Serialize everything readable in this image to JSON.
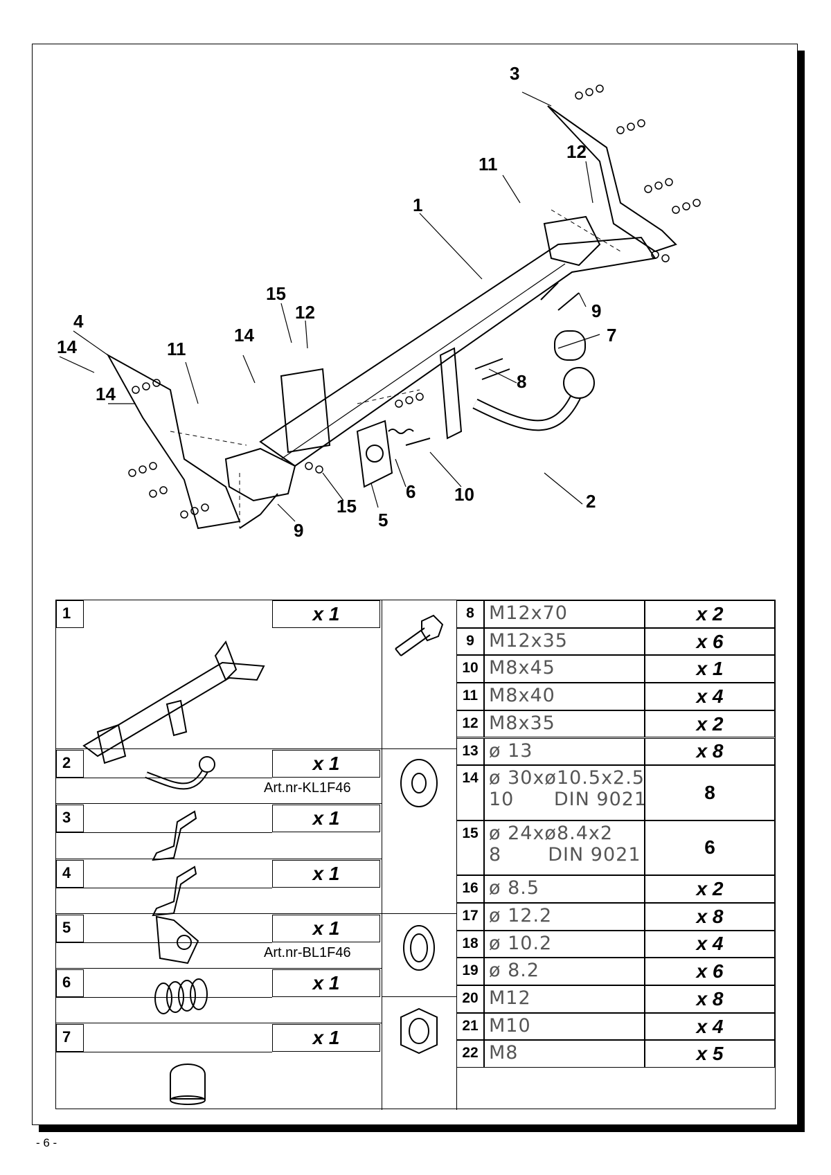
{
  "callouts": [
    "1",
    "2",
    "3",
    "4",
    "5",
    "6",
    "7",
    "8",
    "9",
    "9",
    "10",
    "11",
    "11",
    "12",
    "12",
    "14",
    "14",
    "14",
    "15",
    "15"
  ],
  "parts": [
    {
      "num": "1",
      "qty": "x 1",
      "art": ""
    },
    {
      "num": "2",
      "qty": "x 1",
      "art": "Art.nr-KL1F46"
    },
    {
      "num": "3",
      "qty": "x 1",
      "art": ""
    },
    {
      "num": "4",
      "qty": "x 1",
      "art": ""
    },
    {
      "num": "5",
      "qty": "x 1",
      "art": "Art.nr-BL1F46"
    },
    {
      "num": "6",
      "qty": "x 1",
      "art": ""
    },
    {
      "num": "7",
      "qty": "x 1",
      "art": ""
    }
  ],
  "hardware": [
    {
      "num": "8",
      "spec": "M12x70",
      "qty": "x 2"
    },
    {
      "num": "9",
      "spec": "M12x35",
      "qty": "x 6"
    },
    {
      "num": "10",
      "spec": "M8x45",
      "qty": "x 1"
    },
    {
      "num": "11",
      "spec": "M8x40",
      "qty": "x 4"
    },
    {
      "num": "12",
      "spec": "M8x35",
      "qty": "x 2"
    },
    {
      "num": "13",
      "spec": "ø 13",
      "qty": "x 8"
    },
    {
      "num": "14",
      "spec": "ø 30xø10.5x2.5",
      "spec2": "10      DIN 9021",
      "qty": "8"
    },
    {
      "num": "15",
      "spec": "ø 24xø8.4x2",
      "spec2": "8       DIN 9021",
      "qty": "6"
    },
    {
      "num": "16",
      "spec": "ø 8.5",
      "qty": "x 2"
    },
    {
      "num": "17",
      "spec": "ø 12.2",
      "qty": "x 8"
    },
    {
      "num": "18",
      "spec": "ø 10.2",
      "qty": "x 4"
    },
    {
      "num": "19",
      "spec": "ø 8.2",
      "qty": "x 6"
    },
    {
      "num": "20",
      "spec": "M12",
      "qty": "x 8"
    },
    {
      "num": "21",
      "spec": "M10",
      "qty": "x 4"
    },
    {
      "num": "22",
      "spec": "M8",
      "qty": "x 5"
    }
  ],
  "page_number": "- 6 -"
}
